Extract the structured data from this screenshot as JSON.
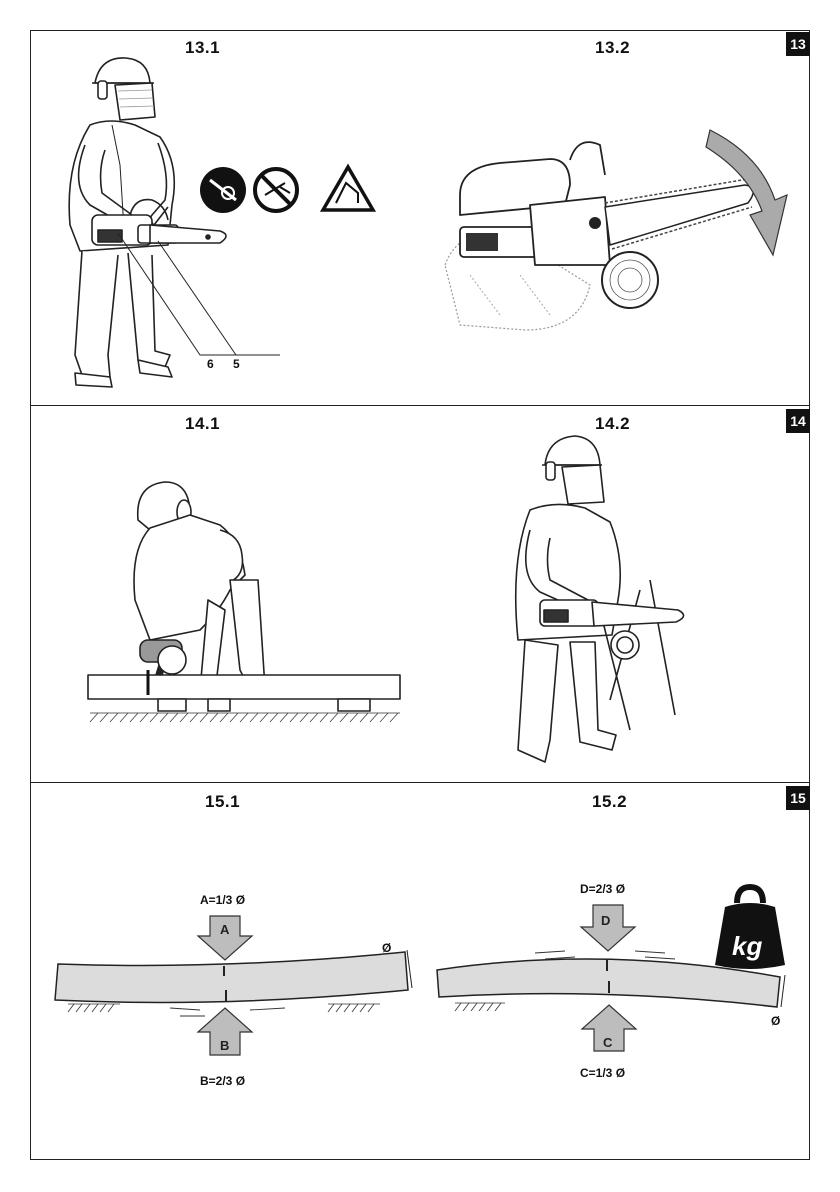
{
  "sections": [
    {
      "badge": "13",
      "left_title": "13.1",
      "right_title": "13.2",
      "callouts": [
        "6",
        "5"
      ]
    },
    {
      "badge": "14",
      "left_title": "14.1",
      "right_title": "14.2"
    },
    {
      "badge": "15",
      "left_title": "15.1",
      "right_title": "15.2"
    }
  ],
  "fig15_1": {
    "top_formula": "A=1/3 Ø",
    "top_arrow": "A",
    "bottom_arrow": "B",
    "bottom_formula": "B=2/3 Ø",
    "diameter": "Ø"
  },
  "fig15_2": {
    "top_formula": "D=2/3 Ø",
    "top_arrow": "D",
    "bottom_arrow": "C",
    "bottom_formula": "C=1/3 Ø",
    "diameter": "Ø",
    "weight_text": "kg"
  },
  "icons": [
    "no-pinch-icon",
    "no-one-hand-icon",
    "kickback-warning-icon",
    "weight-icon"
  ],
  "colors": {
    "frame": "#222222",
    "badge": "#111111",
    "arrow_fill": "#bdbdbd",
    "log_fill": "#dcdcdc"
  }
}
